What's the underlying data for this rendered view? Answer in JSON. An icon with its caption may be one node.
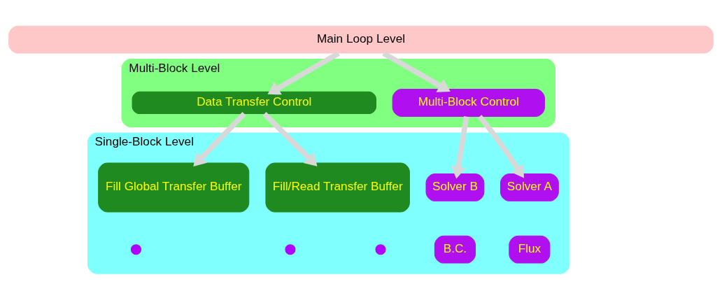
{
  "diagram": {
    "nodes": [
      {
        "text": [
          "Main Loop Level"
        ]
      },
      {
        "text": [
          "Multi-Block Level"
        ]
      },
      {
        "text": [
          "Multi-Block Control"
        ],
        "in": 1
      },
      {
        "text": [
          "Data Transfer Control"
        ],
        "in": 1
      },
      {
        "text": [
          "Single-Block Level"
        ]
      },
      {
        "text": [
          "Solver A"
        ],
        "in": 4
      },
      {
        "text": [
          "Solver B"
        ],
        "in": 4
      },
      {
        "text": [
          "Flux"
        ],
        "in": 4
      },
      {
        "text": [
          "B.C."
        ],
        "in": 4
      },
      {
        "text": [],
        "shape": "circle",
        "in": 4
      },
      {
        "text": [],
        "shape": "circle",
        "in": 4
      },
      {
        "text": [],
        "shape": "circle",
        "in": 4
      },
      {
        "text": [
          "Fill/Read Transfer Buffer"
        ],
        "in": 4
      },
      {
        "text": [
          "Fill Global Transfer Buffer"
        ],
        "in": 4
      }
    ],
    "edges": [
      {
        "from": 0,
        "to": 2,
        "arrow": "to"
      },
      {
        "from": 0,
        "to": 3,
        "arrow": "to"
      },
      {
        "from": 2,
        "to": 5,
        "arrow": "to"
      },
      {
        "from": 2,
        "to": 6,
        "arrow": "to"
      },
      {
        "from": 3,
        "to": 12,
        "arrow": "to"
      },
      {
        "from": 3,
        "to": 13,
        "arrow": "to"
      }
    ]
  }
}
